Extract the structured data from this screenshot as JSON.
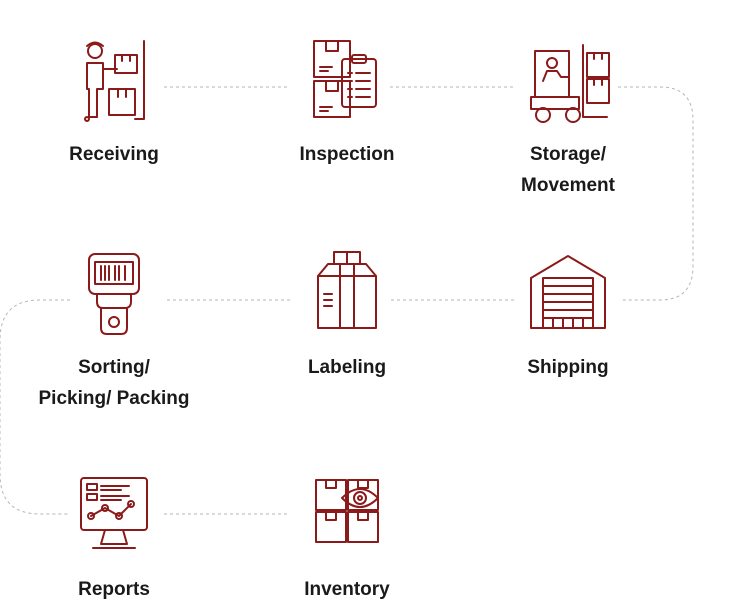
{
  "colors": {
    "accent": "#8b1a1a",
    "text": "#1a1a1a",
    "connector": "#b5b5b5"
  },
  "steps": [
    {
      "label": "Receiving",
      "icon": "worker-boxes-icon"
    },
    {
      "label": "Inspection",
      "icon": "clipboard-boxes-icon"
    },
    {
      "label": "Storage/\nMovement",
      "icon": "forklift-icon"
    },
    {
      "label": "Shipping",
      "icon": "warehouse-door-icon"
    },
    {
      "label": "Labeling",
      "icon": "labeled-box-icon"
    },
    {
      "label": "Sorting/\nPicking/ Packing",
      "icon": "barcode-scanner-icon"
    },
    {
      "label": "Reports",
      "icon": "monitor-chart-icon"
    },
    {
      "label": "Inventory",
      "icon": "boxes-eye-icon"
    }
  ]
}
